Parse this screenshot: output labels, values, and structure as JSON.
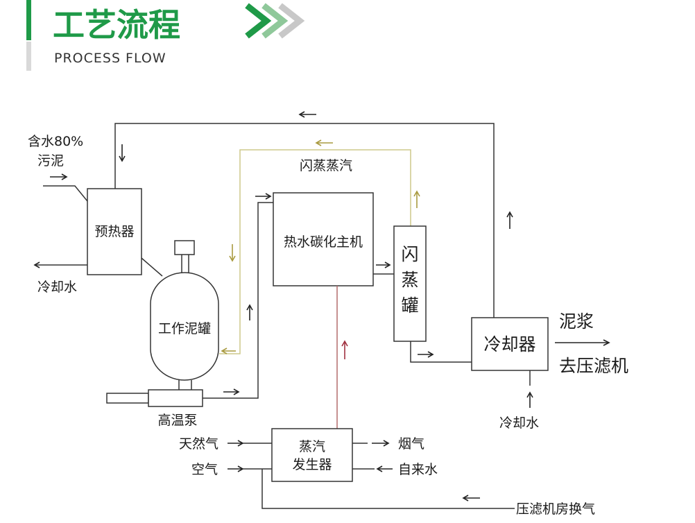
{
  "header": {
    "title": "工艺流程",
    "subtitle": "PROCESS FLOW",
    "accent_color": "#1f9a48",
    "chevron_colors": [
      "#1f9a48",
      "#8fc89a",
      "#c8c8c8"
    ]
  },
  "nodes": {
    "preheater": "预热器",
    "work_tank": "工作泥罐",
    "pump": "高温泵",
    "reactor": "热水碳化主机",
    "flash_tank": [
      "闪",
      "蒸",
      "罐"
    ],
    "cooler": "冷却器",
    "steam_generator": [
      "蒸汽",
      "发生器"
    ]
  },
  "labels": {
    "sludge_in": [
      "含水80%",
      "污泥"
    ],
    "cooling_water_out": "冷却水",
    "flash_steam": "闪蒸蒸汽",
    "slurry": "泥浆",
    "to_filter_press": "去压滤机",
    "cooling_water_in": "冷却水",
    "natural_gas": "天然气",
    "air": "空气",
    "flue_gas": "烟气",
    "tap_water": "自来水",
    "filter_room_air": "压滤机房换气"
  },
  "colors": {
    "steam_line": "#cdc98a",
    "heat_line": "#b36b6b"
  }
}
